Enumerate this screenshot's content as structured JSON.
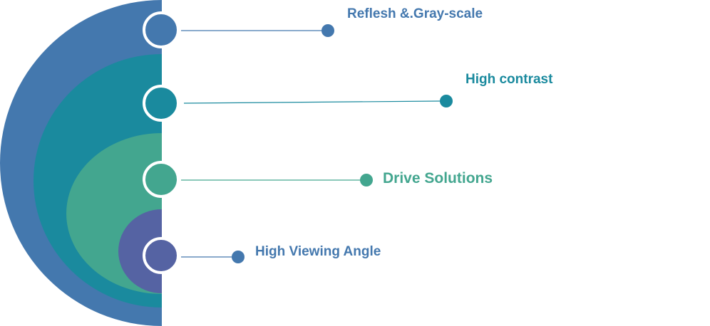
{
  "colors": {
    "outer": "#4478AE",
    "teal": "#1A8A9E",
    "green": "#43A68F",
    "indigo": "#5563A3",
    "ring": "#ffffff"
  },
  "features": [
    {
      "label": "Reflesh &.Gray-scale",
      "color": "#4478AE",
      "fill": "#4478AE"
    },
    {
      "label": "High contrast",
      "color": "#1A8A9E",
      "fill": "#1A8A9E"
    },
    {
      "label": "Drive Solutions",
      "color": "#43A68F",
      "fill": "#43A68F"
    },
    {
      "label": "High Viewing Angle",
      "color": "#4478AE",
      "fill": "#5563A3"
    }
  ]
}
